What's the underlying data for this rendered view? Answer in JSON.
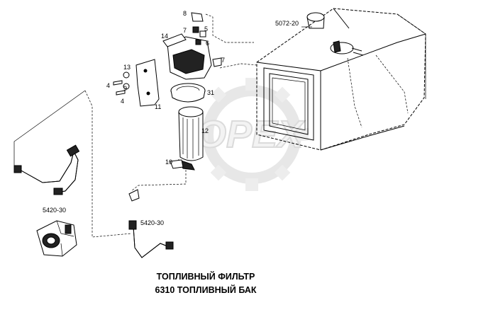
{
  "title": {
    "line1": "ТОПЛИВНЫЙ ФИЛЬТР",
    "line2": "6310  ТОПЛИВНЫЙ БАК"
  },
  "watermark": "OPEX",
  "refs": {
    "tank": "5072-20",
    "line_left": "5420-30",
    "line_center": "5420-30"
  },
  "callouts": {
    "c8": "8",
    "c7a": "7",
    "c5": "5",
    "c6": "6",
    "c14": "14",
    "c7b": "7",
    "c13": "13",
    "c4a": "4",
    "c9": "9",
    "c4b": "4",
    "c31": "31",
    "c11": "11",
    "c12": "12",
    "c10": "10"
  }
}
